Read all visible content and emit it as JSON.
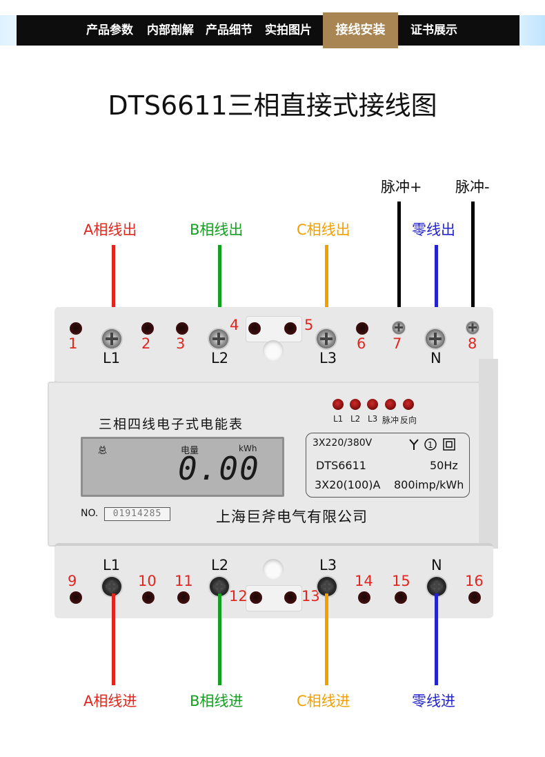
{
  "nav": {
    "items": [
      {
        "label": "产品参数"
      },
      {
        "label": "内部剖解"
      },
      {
        "label": "产品细节"
      },
      {
        "label": "实拍图片"
      },
      {
        "label": "接线安装",
        "active": true
      },
      {
        "label": "证书展示"
      }
    ],
    "active_color": "#a88552"
  },
  "title": "DTS6611三相直接式接线图",
  "wire_labels_top": {
    "a_out": "A相线出",
    "b_out": "B相线出",
    "c_out": "C相线出",
    "n_out": "零线出",
    "pulse_plus": "脉冲+",
    "pulse_minus": "脉冲-"
  },
  "wire_labels_bottom": {
    "a_in": "A相线进",
    "b_in": "B相线进",
    "c_in": "C相线进",
    "n_in": "零线进"
  },
  "colors": {
    "phase_a": "#e0261e",
    "phase_b": "#13a020",
    "phase_c": "#f2a000",
    "neutral": "#2323d0",
    "pulse": "#000000"
  },
  "top_terminals": {
    "numbers": [
      "1",
      "2",
      "3",
      "4",
      "5",
      "6",
      "7",
      "8"
    ],
    "labels": [
      "L1",
      "L2",
      "L3",
      "N"
    ]
  },
  "bottom_terminals": {
    "numbers": [
      "9",
      "10",
      "11",
      "12",
      "13",
      "14",
      "15",
      "16"
    ],
    "labels": [
      "L1",
      "L2",
      "L3",
      "N"
    ]
  },
  "meter": {
    "name": "三相四线电子式电能表",
    "display": {
      "total_label": "总",
      "energy_label": "电量",
      "unit": "kWh",
      "reading": "0.00"
    },
    "leds": [
      "L1",
      "L2",
      "L3",
      "脉冲",
      "反向"
    ],
    "spec": {
      "voltage": "3X220/380V",
      "model": "DTS6611",
      "frequency": "50Hz",
      "current": "3X20(100)A",
      "constant": "800imp/kWh"
    },
    "serial_label": "NO.",
    "serial": "01914285",
    "manufacturer": "上海巨斧电气有限公司"
  }
}
